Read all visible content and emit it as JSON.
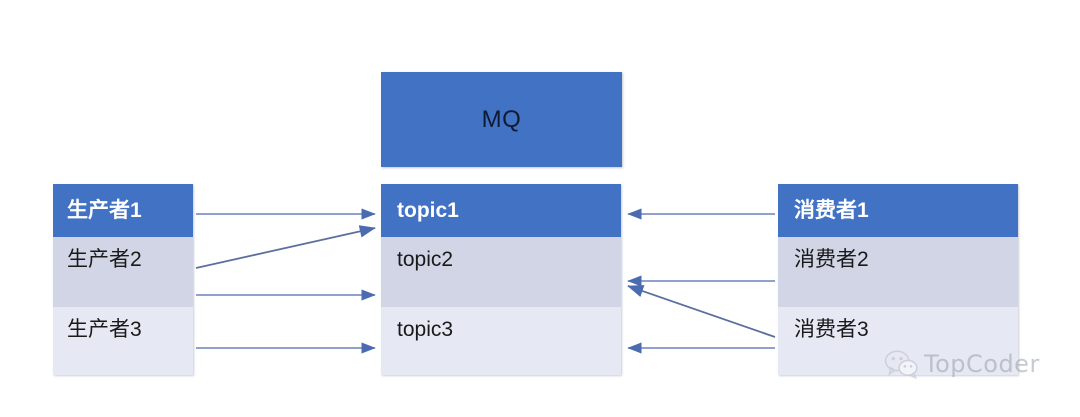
{
  "diagram": {
    "title": "MQ producer topic consumer diagram",
    "mq": {
      "label": "MQ"
    },
    "producers": {
      "name": "producers-column",
      "items": [
        {
          "label": "生产者1",
          "emphasis": "highlight"
        },
        {
          "label": "生产者2",
          "emphasis": "normal"
        },
        {
          "label": "生产者3",
          "emphasis": "normal"
        }
      ]
    },
    "topics": {
      "name": "topics-column",
      "items": [
        {
          "label": "topic1",
          "emphasis": "highlight"
        },
        {
          "label": "topic2",
          "emphasis": "normal"
        },
        {
          "label": "topic3",
          "emphasis": "normal"
        }
      ]
    },
    "consumers": {
      "name": "consumers-column",
      "items": [
        {
          "label": "消费者1",
          "emphasis": "highlight"
        },
        {
          "label": "消费者2",
          "emphasis": "normal"
        },
        {
          "label": "消费者3",
          "emphasis": "normal"
        }
      ]
    },
    "connections": [
      {
        "from": "生产者1",
        "to": "topic1",
        "direction": "right"
      },
      {
        "from": "生产者2",
        "to": "topic1",
        "direction": "right"
      },
      {
        "from": "生产者2",
        "to": "topic2",
        "direction": "right"
      },
      {
        "from": "生产者3",
        "to": "topic3",
        "direction": "right"
      },
      {
        "from": "消费者1",
        "to": "topic1",
        "direction": "left"
      },
      {
        "from": "消费者2",
        "to": "topic2",
        "direction": "left"
      },
      {
        "from": "消费者3",
        "to": "topic2",
        "direction": "left"
      },
      {
        "from": "消费者3",
        "to": "topic3",
        "direction": "left"
      }
    ],
    "colors": {
      "accent_blue": "#4272c4",
      "row_mid": "#d1d5e6",
      "row_light": "#e6e8f3",
      "arrow": "#5b76b7",
      "background": "#ffffff",
      "watermark_text": "#9aa0ad"
    }
  },
  "watermark": {
    "text": "TopCoder",
    "icon": "wechat-icon"
  }
}
